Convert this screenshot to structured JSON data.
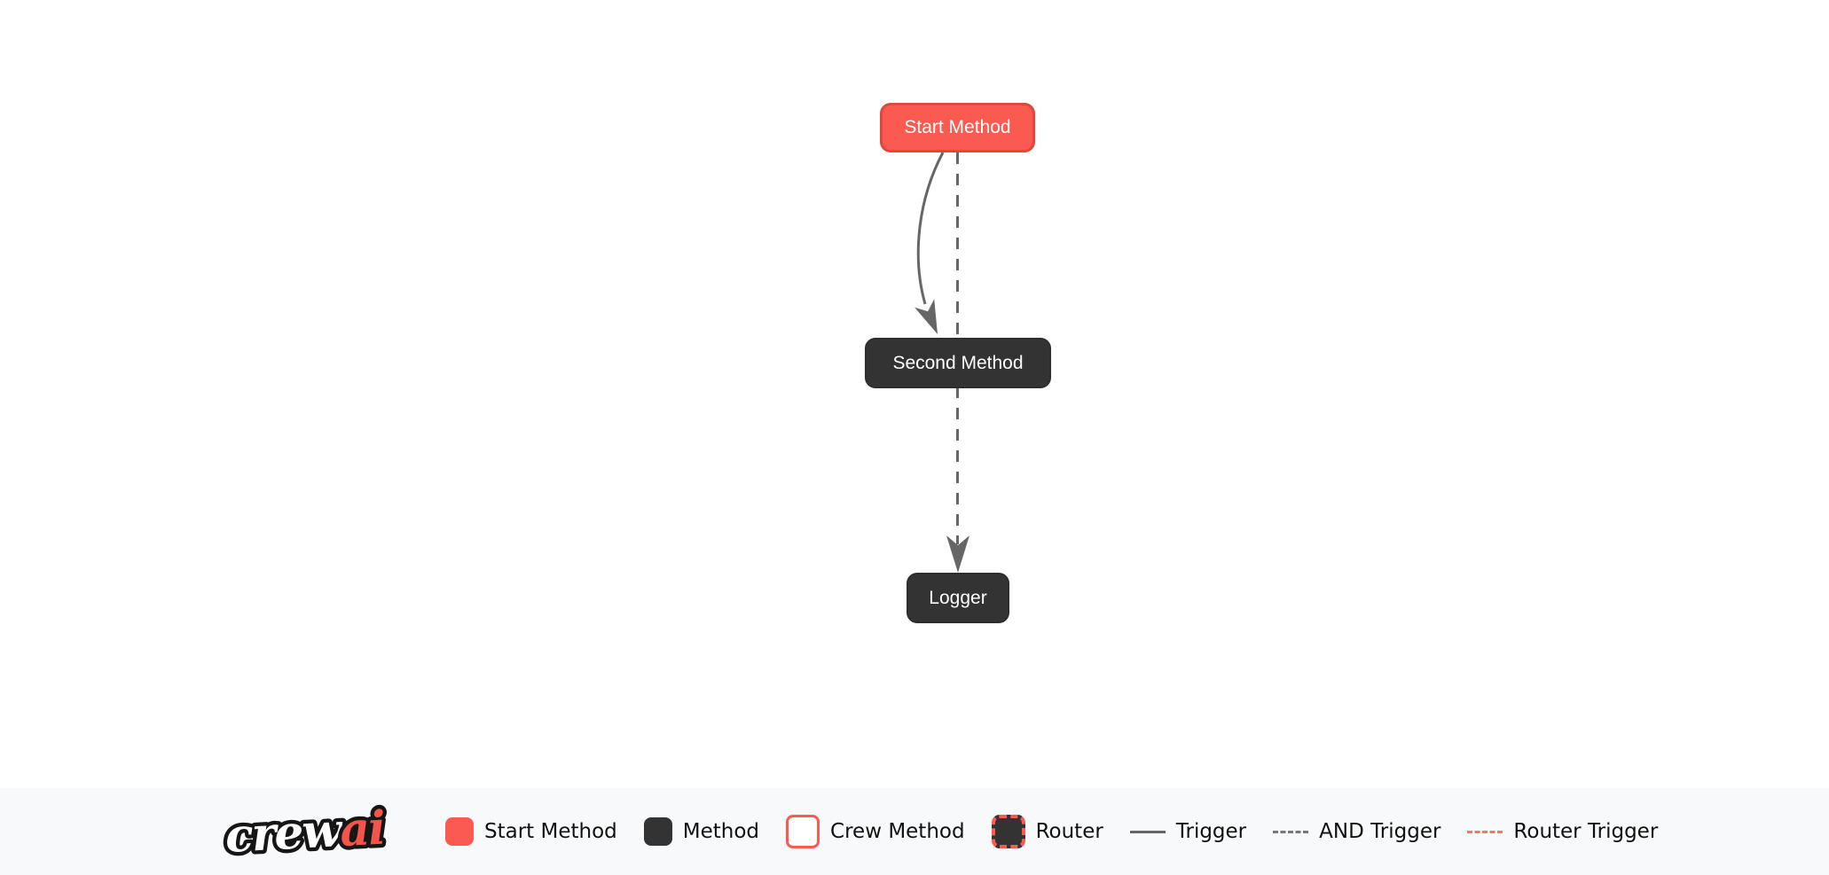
{
  "diagram": {
    "nodes": [
      {
        "id": "start_method",
        "label": "Start Method",
        "type": "start_method"
      },
      {
        "id": "second_method",
        "label": "Second Method",
        "type": "method"
      },
      {
        "id": "logger",
        "label": "Logger",
        "type": "method"
      }
    ],
    "edges": [
      {
        "from": "start_method",
        "to": "second_method",
        "type": "trigger",
        "style": "solid-curved-arrow"
      },
      {
        "from": "start_method",
        "to": "logger",
        "type": "and_trigger",
        "style": "dashed-straight"
      },
      {
        "from": "second_method",
        "to": "logger",
        "type": "and_trigger",
        "style": "dashed-straight-arrow"
      }
    ]
  },
  "legend": {
    "logo": {
      "crew": "crew",
      "ai": "ai"
    },
    "items": [
      {
        "label": "Start Method",
        "swatch": "box-red",
        "color": "#FF5A50"
      },
      {
        "label": "Method",
        "swatch": "box-dark",
        "color": "#333333"
      },
      {
        "label": "Crew Method",
        "swatch": "box-red-border",
        "color": "#FFFFFF",
        "border": "#FF5A50"
      },
      {
        "label": "Router",
        "swatch": "box-dashed",
        "color": "#333333",
        "border": "#FF5A50"
      },
      {
        "label": "Trigger",
        "swatch": "line-solid",
        "color": "#666666"
      },
      {
        "label": "AND Trigger",
        "swatch": "line-dashed",
        "color": "#666666"
      },
      {
        "label": "Router Trigger",
        "swatch": "line-dashed-red",
        "color": "#FF5A50"
      }
    ]
  },
  "colors": {
    "accent_red": "#FF5A50",
    "node_dark": "#333333",
    "edge_gray": "#666666",
    "canvas_bg": "#FFFFFF",
    "footer_bg": "#F8F9FA",
    "node_text": "#FFFFFF",
    "legend_text": "#111111"
  }
}
